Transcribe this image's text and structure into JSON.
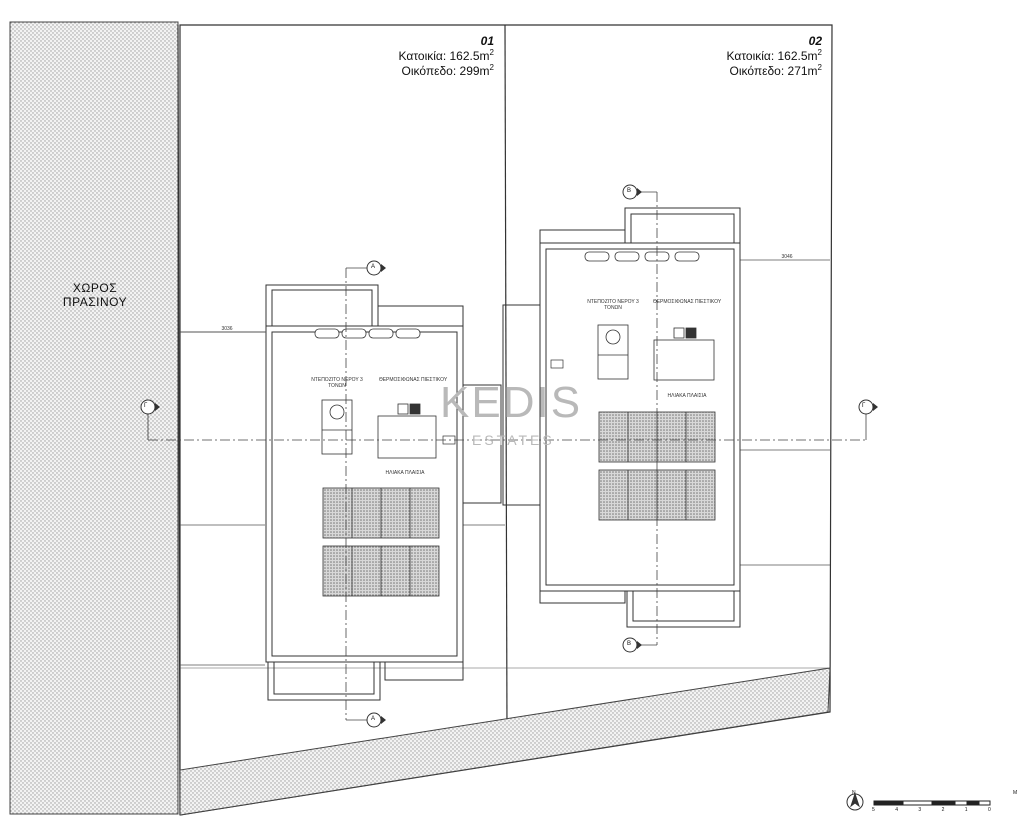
{
  "green_area": {
    "line1": "ΧΩΡΟΣ",
    "line2": "ΠΡΑΣΙΝΟΥ"
  },
  "units": [
    {
      "number": "01",
      "house_label": "Κατοικία: 162.5m",
      "house_sup": "2",
      "plot_label": "Οικόπεδο: 299m",
      "plot_sup": "2"
    },
    {
      "number": "02",
      "house_label": "Κατοικία: 162.5m",
      "house_sup": "2",
      "plot_label": "Οικόπεδο: 271m",
      "plot_sup": "2"
    }
  ],
  "fixtures_01": {
    "water_tank": "ΝΤΕΠΟΖΙΤΟ ΝΕΡΟΥ 3 ΤΟΝΩΝ",
    "heater": "ΘΕΡΜΟΣΙΦΩΝΑΣ ΠΙΕΣΤΙΚΟΥ",
    "solar": "ΗΛΙΑΚΑ ΠΛΑΙΣΙΑ",
    "level": "3036"
  },
  "fixtures_02": {
    "water_tank": "ΝΤΕΠΟΖΙΤΟ ΝΕΡΟΥ 3 ΤΟΝΩΝ",
    "heater": "ΘΕΡΜΟΣΙΦΩΝΑΣ ΠΙΕΣΤΙΚΟΥ",
    "solar": "ΗΛΙΑΚΑ ΠΛΑΙΣΙΑ",
    "level": "3046"
  },
  "section_markers": {
    "a": "A",
    "b": "B",
    "g": "Γ"
  },
  "scale_bar": {
    "ticks": [
      "5",
      "4",
      "3",
      "2",
      "1",
      "0"
    ],
    "unit": "M"
  },
  "north": "N",
  "watermark": {
    "main": "KEDIS",
    "sub": "ESTATES"
  }
}
